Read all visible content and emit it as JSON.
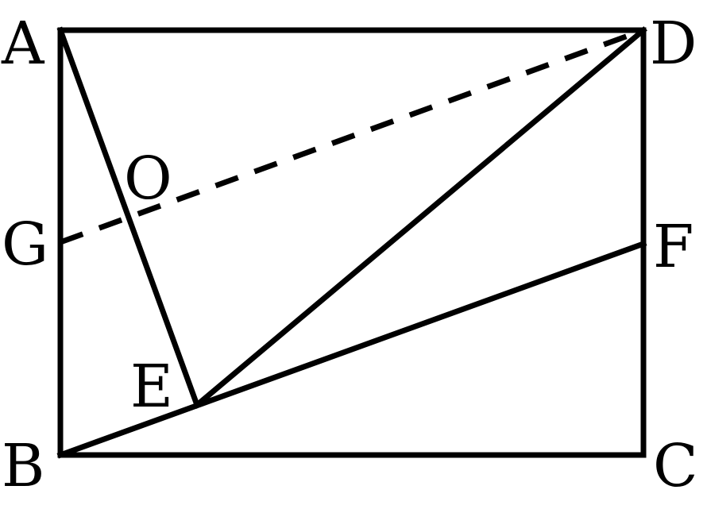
{
  "points": {
    "A": "A",
    "B": "B",
    "C": "C",
    "D": "D",
    "E": "E",
    "F": "F",
    "G": "G",
    "O": "O"
  },
  "segments": [
    {
      "from": "A",
      "to": "D",
      "style": "solid"
    },
    {
      "from": "D",
      "to": "C",
      "style": "solid"
    },
    {
      "from": "C",
      "to": "B",
      "style": "solid"
    },
    {
      "from": "B",
      "to": "A",
      "style": "solid"
    },
    {
      "from": "A",
      "to": "E",
      "style": "solid"
    },
    {
      "from": "B",
      "to": "F",
      "style": "solid"
    },
    {
      "from": "E",
      "to": "D",
      "style": "solid"
    },
    {
      "from": "G",
      "to": "D",
      "style": "dashed"
    }
  ],
  "colors": {
    "stroke": "#000000",
    "background": "#ffffff"
  }
}
